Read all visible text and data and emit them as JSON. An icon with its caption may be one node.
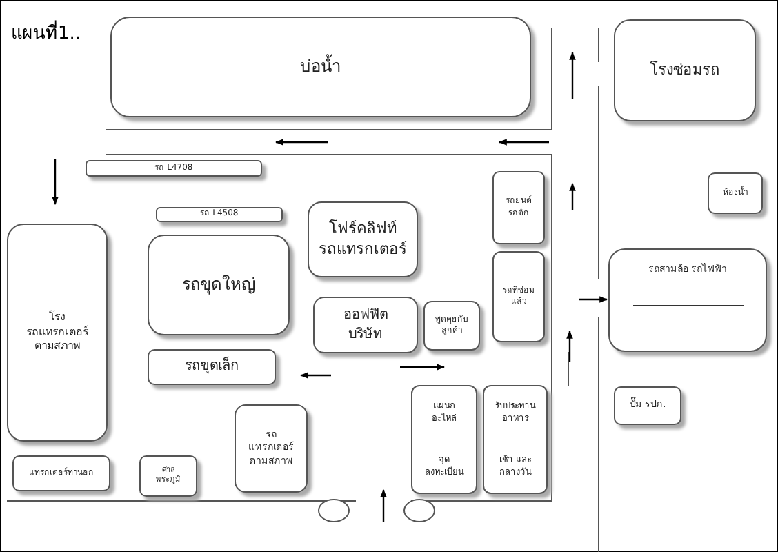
{
  "diagram": {
    "title": "แผนที่1..",
    "nodes": [
      {
        "text": [
          "บ่อน้ำ"
        ]
      },
      {
        "text": [
          "โรงซ่อมรถ"
        ]
      },
      {
        "text": [
          "รถ L4708"
        ]
      },
      {
        "text": [
          "รถยนต์ รถตัก"
        ]
      },
      {
        "text": [
          "ห้องน้ำ"
        ]
      },
      {
        "text": [
          "รถ L4508"
        ]
      },
      {
        "text": [
          "โฟร์คลิฟท์ รถแทรกเตอร์"
        ]
      },
      {
        "text": [
          "โรง รถแทรกเตอร์ ตามสภาพ"
        ]
      },
      {
        "text": [
          "รถขุดใหญ่"
        ]
      },
      {
        "text": [
          "ออฟฟิต บริษัท"
        ]
      },
      {
        "text": [
          "พูดคุยกับ ลูกค้า"
        ]
      },
      {
        "text": [
          "รถที่ซ่อม แล้ว"
        ]
      },
      {
        "text": [
          "รถสามล้อ รถไฟฟ้า"
        ]
      },
      {
        "text": [
          "รถขุดเล็ก"
        ]
      },
      {
        "text": [
          "ปั๊ม รปภ."
        ]
      },
      {
        "text": [
          "รถ แทรกเตอร์ ตามสภาพ"
        ]
      },
      {
        "text": [
          "แผนก อะไหล่",
          "จุด ลงทะเบียน"
        ]
      },
      {
        "text": [
          "รับประทาน อาหาร",
          "เช้า และ กลางวัน"
        ]
      },
      {
        "text": [
          "แทรกเตอร์ท่านอก"
        ]
      },
      {
        "text": [
          "ศาล พระภูมิ"
        ]
      }
    ]
  }
}
